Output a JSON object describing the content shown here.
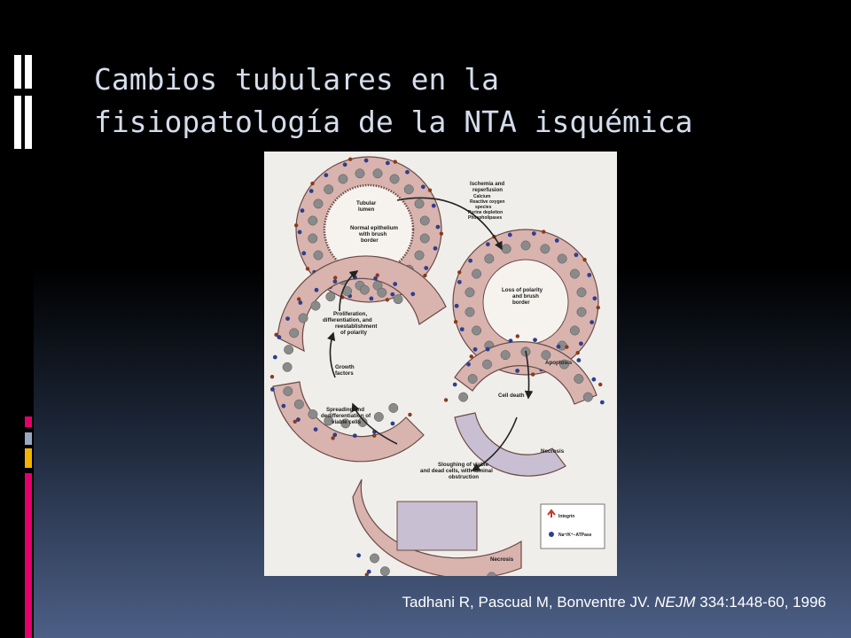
{
  "slide": {
    "title_line1": "Cambios tubulares en la",
    "title_line2": "fisiopatología de la NTA isquémica",
    "citation_authors": "Tadhani R, Pascual M, Bonventre JV. ",
    "citation_journal": "NEJM",
    "citation_rest": " 334:1448-60, 1996"
  },
  "figure": {
    "tubular_lumen": [
      "Tubular",
      "lumen"
    ],
    "normal_epithelium": [
      "Normal epithelium",
      "with brush",
      "border"
    ],
    "ischemia": [
      "Ischemia and",
      "reperfusion"
    ],
    "ischemia_factors": [
      "Calcium",
      "Reactive oxygen",
      "species",
      "Purine depletion",
      "Phospholipases"
    ],
    "loss_polarity": [
      "Loss of polarity",
      "and brush",
      "border"
    ],
    "proliferation": [
      "Proliferation,",
      "differentiation, and",
      "reestablishment",
      "of polarity"
    ],
    "growth_factors": [
      "Growth",
      "factors"
    ],
    "spreading": [
      "Spreading and",
      "dedifferentiation of",
      "viable cells"
    ],
    "apoptosis": "Apoptosis",
    "cell_death": "Cell death",
    "necrosis_upper": "Necrosis",
    "sloughing": [
      "Sloughing of viable",
      "and dead cells, with luminal",
      "obstruction"
    ],
    "necrosis_lower": "Necrosis",
    "legend_integrin": "Integrin",
    "legend_atpase": "Na⁺/K⁺–ATPase"
  },
  "colors": {
    "accent_pink": "#e3006b",
    "accent_yellow": "#f2b400",
    "title_color": "#d5ddec",
    "cell_fill": "#d9b3ae",
    "nucleus": "#8a8a8a",
    "atpase_dot": "#2d3f8f",
    "integrin": "#8a3a1a"
  }
}
